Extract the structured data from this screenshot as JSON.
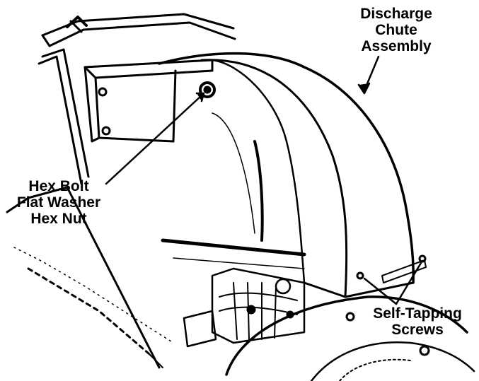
{
  "labels": {
    "discharge_chute": [
      "Discharge",
      "Chute",
      "Assembly"
    ],
    "hex_hardware": [
      "Hex Bolt",
      "Flat Washer",
      "Hex Nut"
    ],
    "screws": [
      "Self-Tapping",
      "Screws"
    ]
  },
  "colors": {
    "ink": "#000000",
    "paper": "#ffffff"
  }
}
